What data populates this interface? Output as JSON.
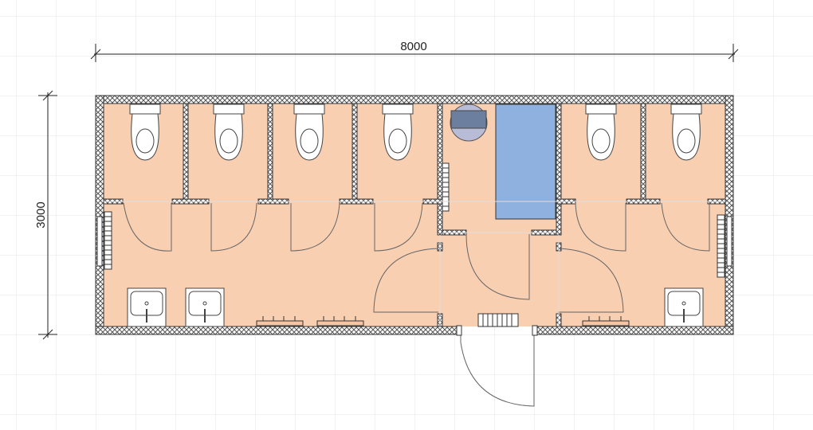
{
  "dimensions": {
    "width_label": "8000",
    "height_label": "3000"
  },
  "colors": {
    "grid": "#e6e6e6",
    "wall_fill": "#ffffff",
    "wall_hatch": "#555555",
    "floor": "#f9cfb2",
    "shower_tray": "#8fb1df",
    "fixture_fill": "#ffffff",
    "fixture_stroke": "#444444",
    "door_swing": "#666666",
    "radiator": "#ffffff"
  },
  "fixtures": {
    "toilets": 6,
    "washbasins": 3,
    "shower_trays": 1,
    "water_heaters": 1,
    "radiators": 4,
    "windows": 2,
    "entrance_doors": 1,
    "cubicle_doors": 6,
    "inner_doors": 3
  }
}
